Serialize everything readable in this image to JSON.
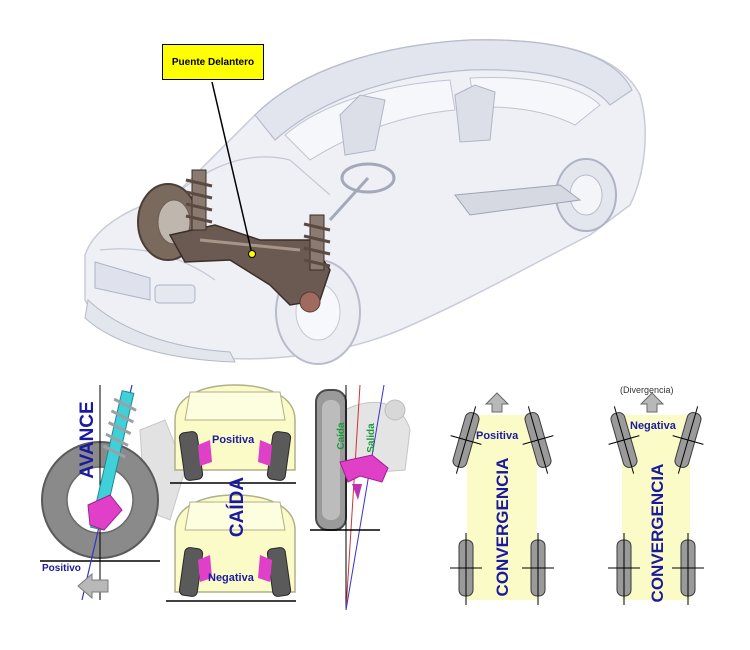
{
  "callout": {
    "label": "Puente Delantero"
  },
  "avance": {
    "title": "AVANCE",
    "sign": "Positivo"
  },
  "caida": {
    "title": "CAÍDA",
    "positive": "Positiva",
    "negative": "Negativa"
  },
  "side": {
    "caida": "Caída",
    "salida": "Salida"
  },
  "convergencia_positiva": {
    "title": "CONVERGENCIA",
    "sign": "Positiva"
  },
  "convergencia_negativa": {
    "title": "CONVERGENCIA",
    "sign": "Negativa",
    "note": "(Divergencia)"
  },
  "colors": {
    "label_blue": "#1a1aa0",
    "yellow": "#ffff00",
    "pale_yellow": "#fbfbc8",
    "magenta": "#e040c8",
    "cyan": "#40d0d8"
  }
}
